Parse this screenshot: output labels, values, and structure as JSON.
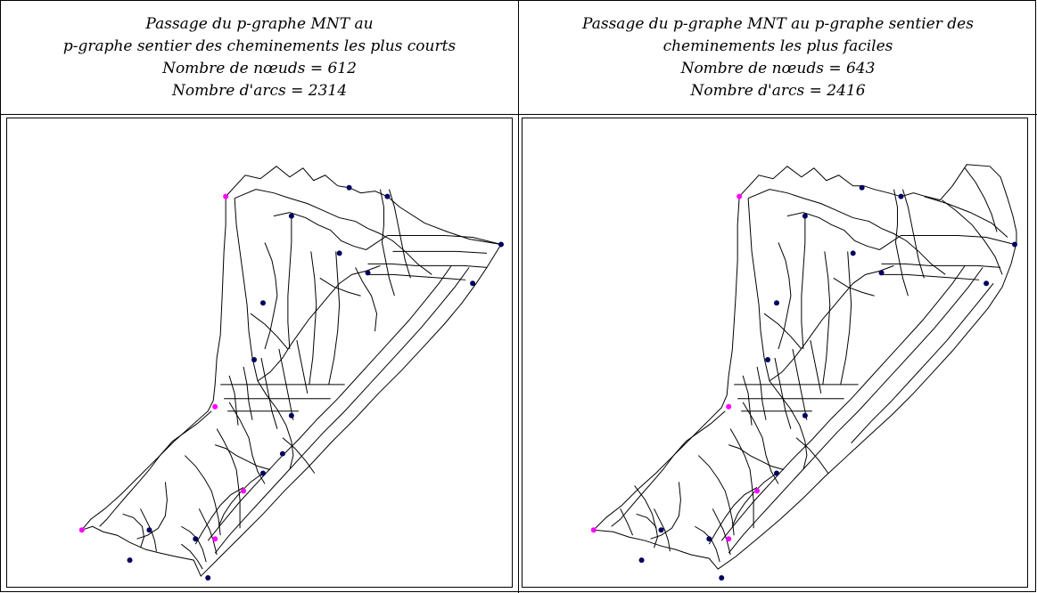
{
  "panels": [
    {
      "caption": [
        "Passage du p-graphe MNT au",
        "p-graphe sentier des cheminements les plus courts",
        "Nombre de nœuds = 612",
        "Nombre d'arcs = 2314"
      ]
    },
    {
      "caption": [
        "Passage du p-graphe MNT au p-graphe sentier des",
        "cheminements les plus faciles",
        "Nombre de nœuds = 643",
        "Nombre d'arcs = 2416"
      ]
    }
  ],
  "colors": {
    "node_dark": "#00005e",
    "node_pink": "#ff00ff",
    "edge": "#000000"
  }
}
